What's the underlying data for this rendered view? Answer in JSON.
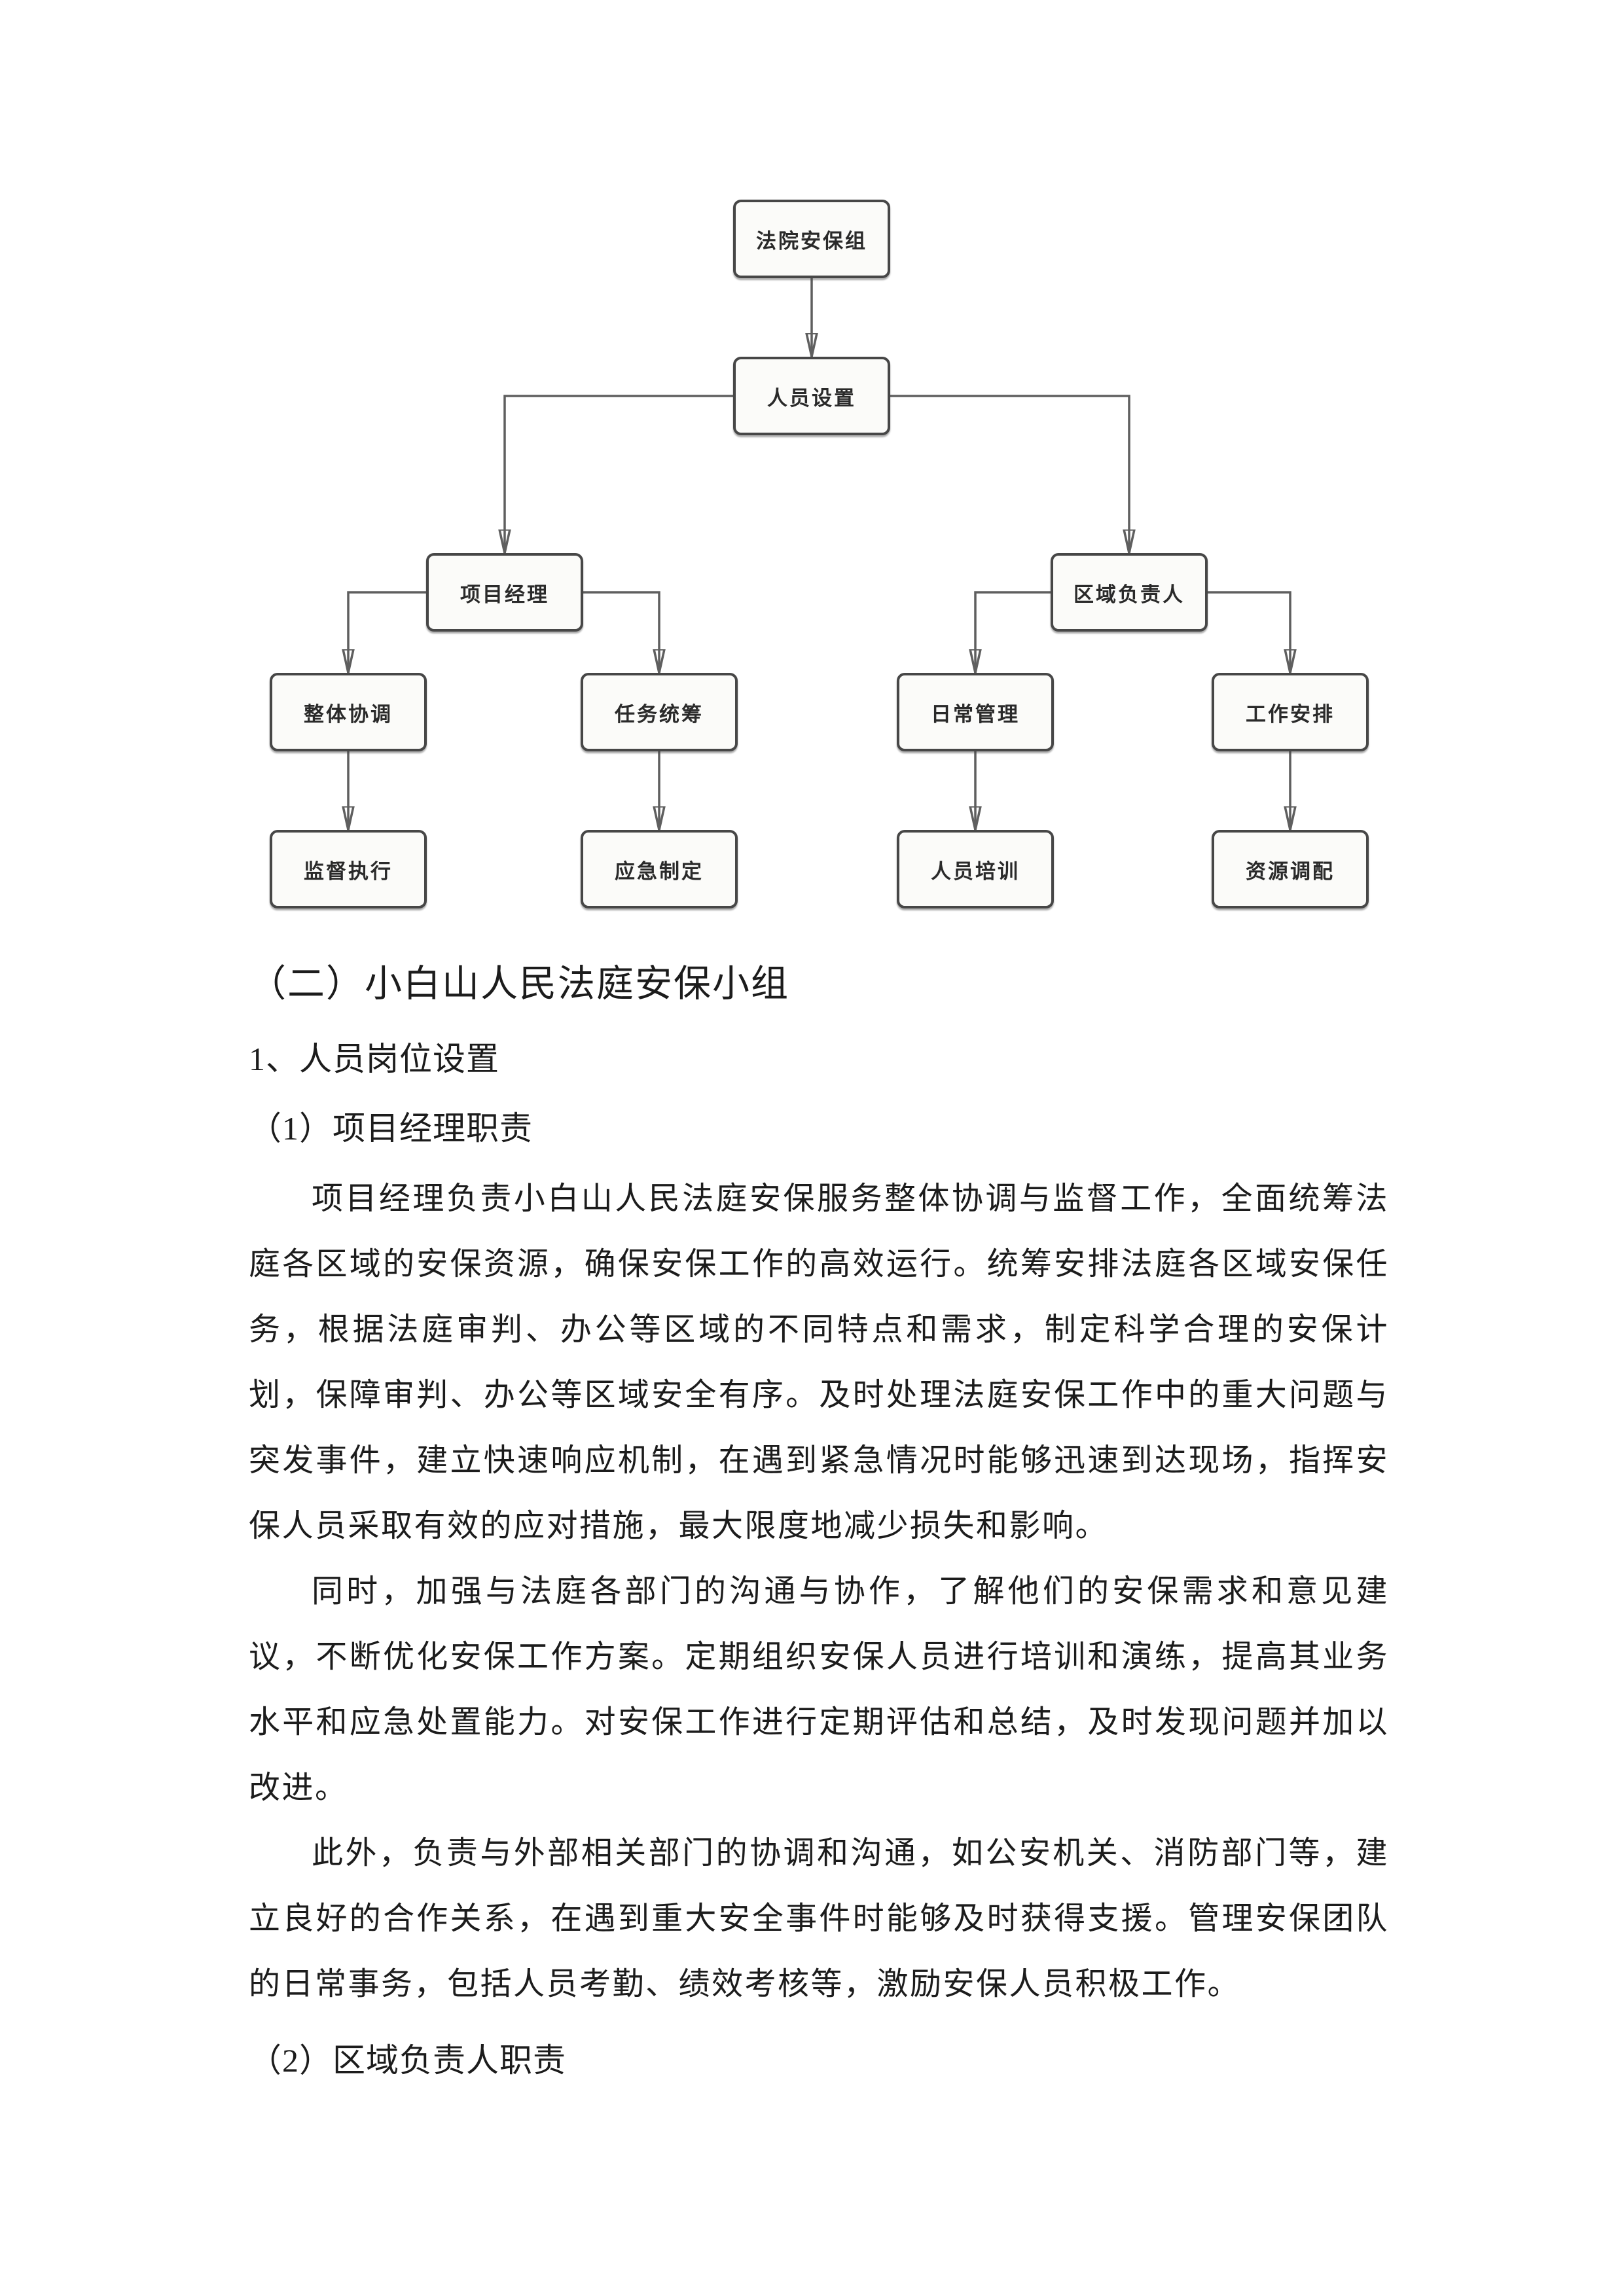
{
  "page": {
    "background": "#ffffff",
    "text_color": "#1c1c1c"
  },
  "colors": {
    "node_border": "#474747",
    "node_fill": "#fbfbf9",
    "connector": "#5f5f5f",
    "arrowhead": "#383838"
  },
  "flowchart": {
    "nodes": [
      {
        "id": "court-security-group",
        "label": "法院安保组",
        "level": 1
      },
      {
        "id": "staffing-setup",
        "label": "人员设置",
        "level": 2
      },
      {
        "id": "project-manager",
        "label": "项目经理",
        "level": 3
      },
      {
        "id": "regional-lead",
        "label": "区域负责人",
        "level": 3
      },
      {
        "id": "overall-coordination",
        "label": "整体协调",
        "level": 4
      },
      {
        "id": "task-planning",
        "label": "任务统筹",
        "level": 4
      },
      {
        "id": "daily-management",
        "label": "日常管理",
        "level": 4
      },
      {
        "id": "work-arrangement",
        "label": "工作安排",
        "level": 4
      },
      {
        "id": "supervise-execution",
        "label": "监督执行",
        "level": 5
      },
      {
        "id": "emergency-planning",
        "label": "应急制定",
        "level": 5
      },
      {
        "id": "personnel-training",
        "label": "人员培训",
        "level": 5
      },
      {
        "id": "resource-allocation",
        "label": "资源调配",
        "level": 5
      }
    ],
    "edges": [
      {
        "from": "court-security-group",
        "to": "staffing-setup"
      },
      {
        "from": "staffing-setup",
        "to": "project-manager"
      },
      {
        "from": "staffing-setup",
        "to": "regional-lead"
      },
      {
        "from": "project-manager",
        "to": "overall-coordination"
      },
      {
        "from": "project-manager",
        "to": "task-planning"
      },
      {
        "from": "regional-lead",
        "to": "daily-management"
      },
      {
        "from": "regional-lead",
        "to": "work-arrangement"
      },
      {
        "from": "overall-coordination",
        "to": "supervise-execution"
      },
      {
        "from": "task-planning",
        "to": "emergency-planning"
      },
      {
        "from": "daily-management",
        "to": "personnel-training"
      },
      {
        "from": "work-arrangement",
        "to": "resource-allocation"
      }
    ]
  },
  "document": {
    "section_heading": "（二）小白山人民法庭安保小组",
    "numbered_heading": "1、人员岗位设置",
    "sub_heading_1": "（1）项目经理职责",
    "paragraphs": [
      "项目经理负责小白山人民法庭安保服务整体协调与监督工作，全面统筹法庭各区域的安保资源，确保安保工作的高效运行。统筹安排法庭各区域安保任务，根据法庭审判、办公等区域的不同特点和需求，制定科学合理的安保计划，保障审判、办公等区域安全有序。及时处理法庭安保工作中的重大问题与突发事件，建立快速响应机制，在遇到紧急情况时能够迅速到达现场，指挥安保人员采取有效的应对措施，最大限度地减少损失和影响。",
      "同时，加强与法庭各部门的沟通与协作，了解他们的安保需求和意见建议，不断优化安保工作方案。定期组织安保人员进行培训和演练，提高其业务水平和应急处置能力。对安保工作进行定期评估和总结，及时发现问题并加以改进。",
      "此外，负责与外部相关部门的协调和沟通，如公安机关、消防部门等，建立良好的合作关系，在遇到重大安全事件时能够及时获得支援。管理安保团队的日常事务，包括人员考勤、绩效考核等，激励安保人员积极工作。"
    ],
    "sub_heading_2": "（2）区域负责人职责"
  }
}
